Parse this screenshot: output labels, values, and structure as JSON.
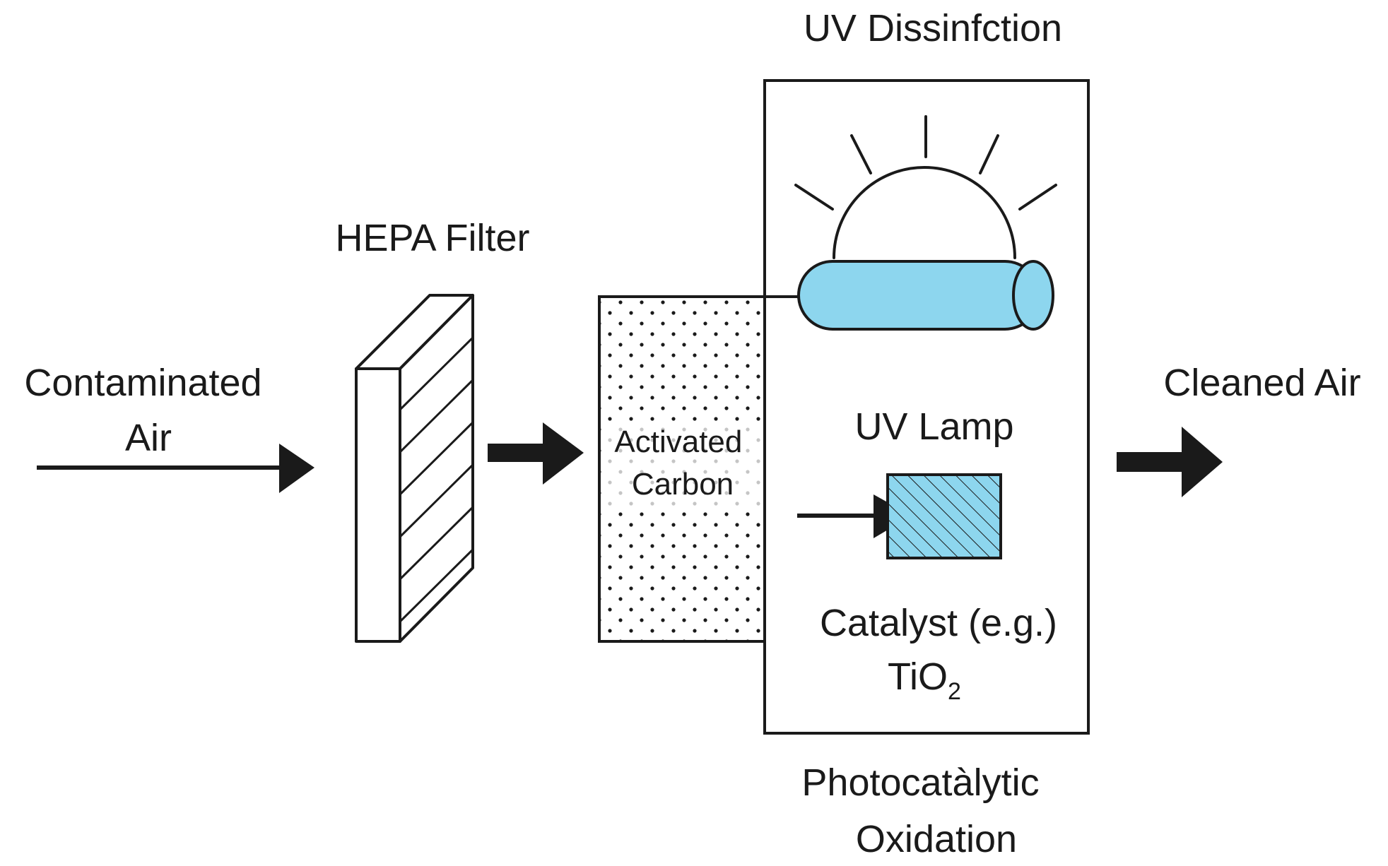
{
  "labels": {
    "contaminated_air_line1": "Contaminated",
    "contaminated_air_line2": "Air",
    "hepa_filter": "HEPA Filter",
    "activated_carbon_line1": "Activated",
    "activated_carbon_line2": "Carbon",
    "uv_disinfection": "UV Dissinfction",
    "uv_lamp": "UV Lamp",
    "catalyst_line1": "Catalyst (e.g.)",
    "catalyst_formula_base": "TiO",
    "catalyst_formula_subscript": "2",
    "pco_line1": "Photocatàlytic",
    "pco_line2": "Oxidation",
    "cleaned_air": "Cleaned Air"
  },
  "colors": {
    "stroke": "#1a1a1a",
    "uv_blue": "#8dd6ee",
    "background": "#ffffff"
  },
  "icons": {
    "uv_lamp_tube": "cylinder-lamp-icon",
    "sun_rays": "sun-rays-icon",
    "catalyst_plate": "hatched-plate-icon"
  }
}
